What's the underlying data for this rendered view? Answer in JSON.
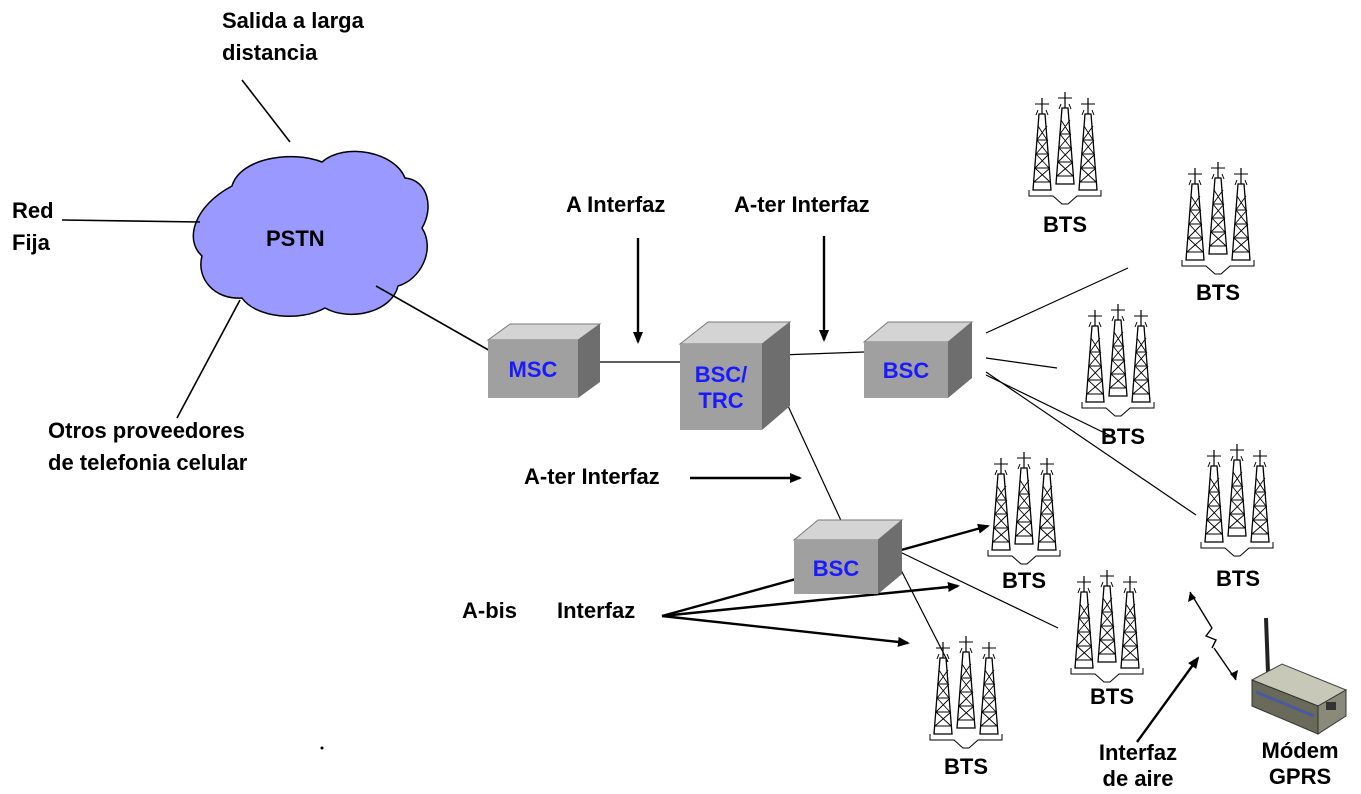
{
  "labels": {
    "salida_line1": "Salida a larga",
    "salida_line2": "distancia",
    "red_fija_line1": "Red",
    "red_fija_line2": "Fija",
    "pstn": "PSTN",
    "otros_line1": "Otros proveedores",
    "otros_line2": "de telefonia celular",
    "a_interfaz": "A Interfaz",
    "a_ter_interfaz_top": "A-ter Interfaz",
    "a_ter_interfaz_mid": "A-ter Interfaz",
    "a_bis": "A-bis",
    "interfaz": "Interfaz",
    "interfaz_aire_line1": "Interfaz",
    "interfaz_aire_line2": "de aire",
    "modem_line1": "Módem",
    "modem_line2": "GPRS"
  },
  "nodes": {
    "msc": "MSC",
    "bsc_trc_line1": "BSC/",
    "bsc_trc_line2": "TRC",
    "bsc_right": "BSC",
    "bsc_bottom": "BSC"
  },
  "bts_label": "BTS",
  "colors": {
    "cloud_fill": "#9999ff",
    "box_front": "#a0a0a0",
    "box_top": "#d4d4d4",
    "box_side": "#6e6e6e",
    "node_text": "#1a1aff"
  }
}
